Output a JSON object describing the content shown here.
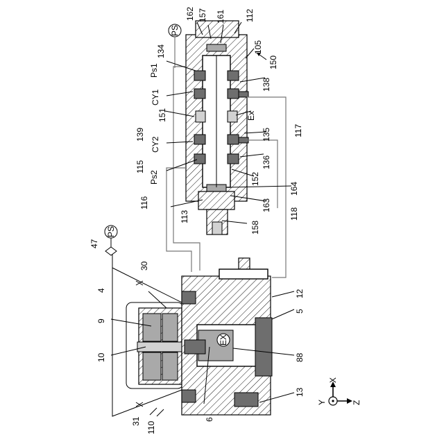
{
  "labels": {
    "l162": "162",
    "l157": "157",
    "l161": "161",
    "l112": "112",
    "l134": "134",
    "lPs1": "Ps1",
    "l105": "105",
    "l150": "150",
    "l138": "138",
    "lCY1": "CY1",
    "l151": "151",
    "lEx1": "Ex",
    "l139": "139",
    "l135": "135",
    "l117": "117",
    "lCY2": "CY2",
    "l115": "115",
    "l136": "136",
    "lPs2": "Ps2",
    "l152": "152",
    "l164": "164",
    "l116": "116",
    "l163": "163",
    "l118": "118",
    "l113": "113",
    "l158": "158",
    "l47": "47",
    "lPS1": "PS",
    "lPS2": "PS",
    "l30": "30",
    "l4": "4",
    "l12": "12",
    "l9": "9",
    "l5": "5",
    "lEx2": "EX",
    "l10": "10",
    "l88": "88",
    "l31": "31",
    "l6": "6",
    "l13": "13",
    "l110": "110",
    "axX": "X",
    "axY": "Y",
    "axZ": "Z"
  }
}
